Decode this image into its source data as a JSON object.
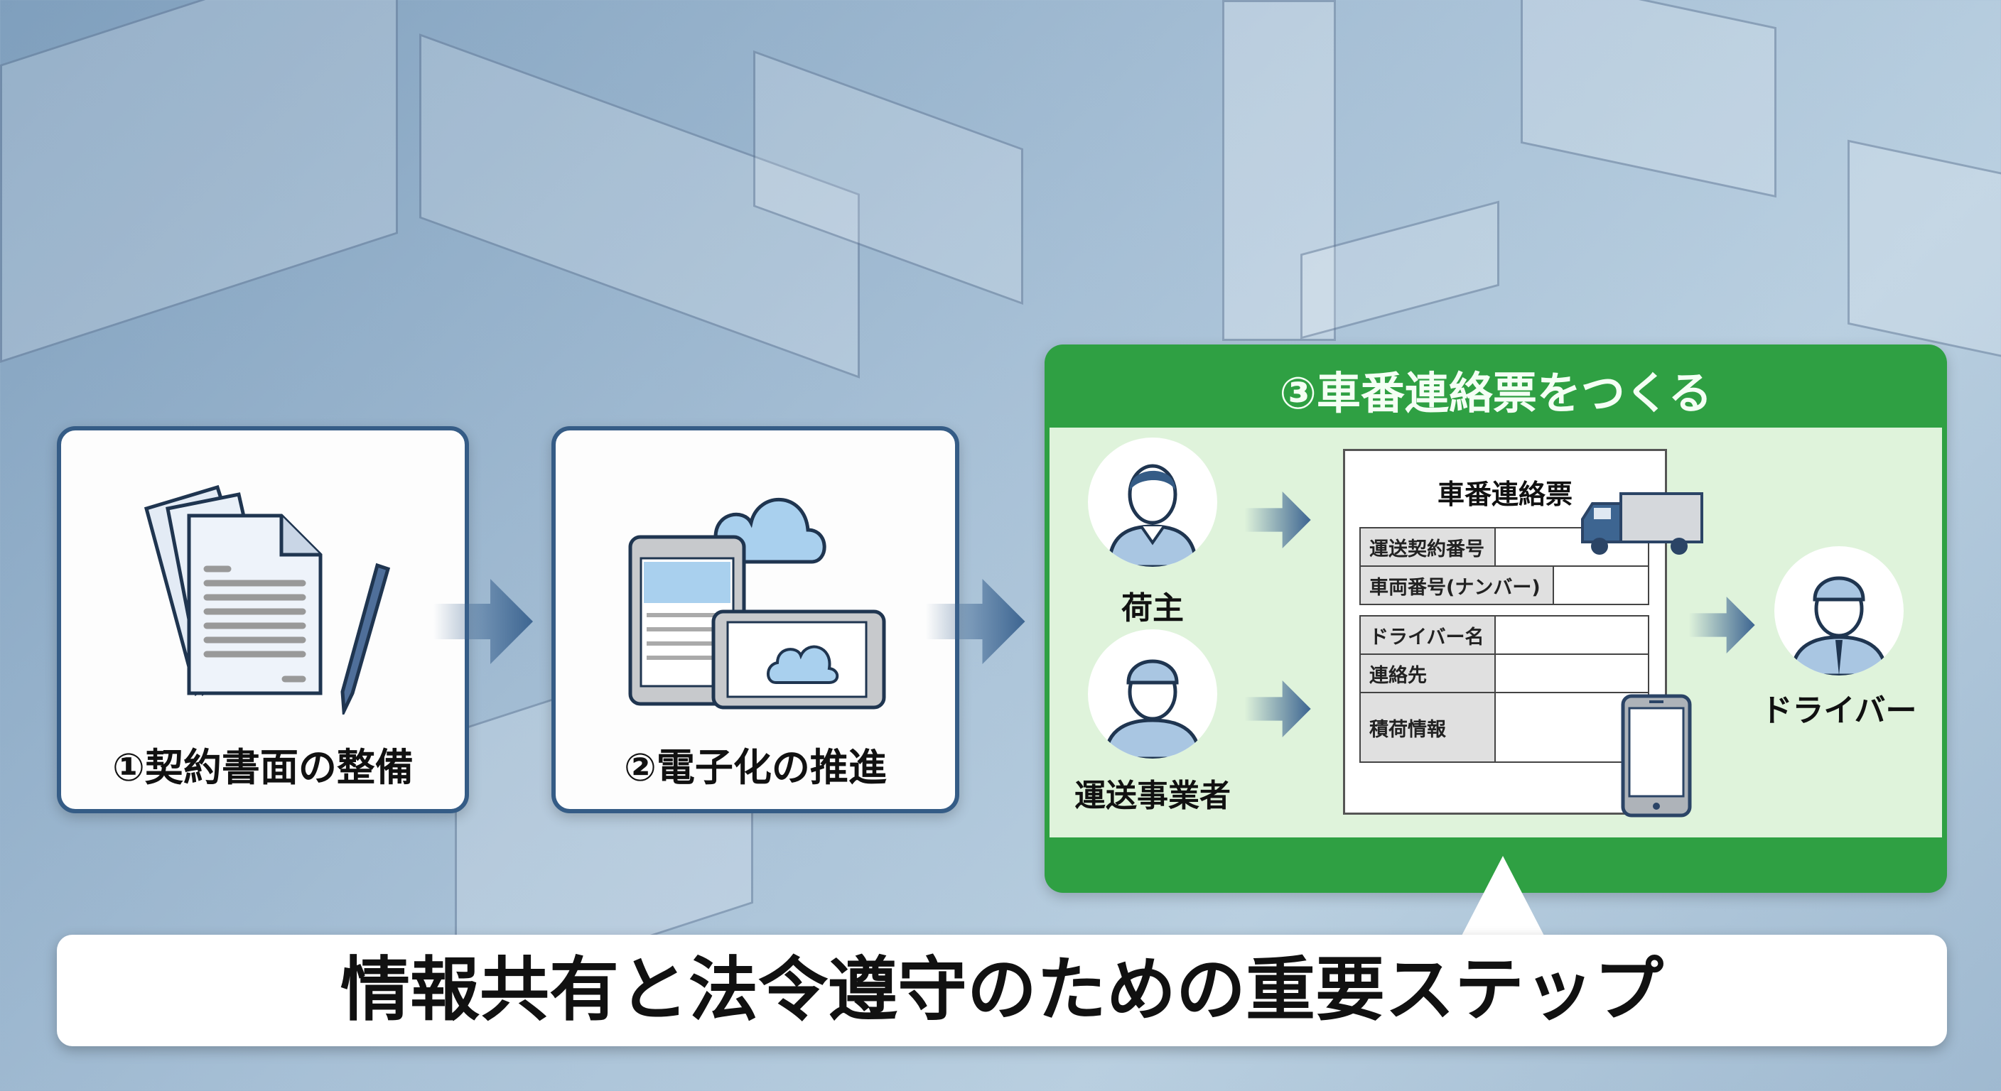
{
  "steps": [
    {
      "label": "①契約書面の整備",
      "icon": "documents-pen-icon"
    },
    {
      "label": "②電子化の推進",
      "icon": "tablets-cloud-icon"
    }
  ],
  "step3": {
    "title": "③車番連絡票をつくる",
    "parties": {
      "shipper": "荷主",
      "carrier": "運送事業者",
      "driver": "ドライバー"
    },
    "form": {
      "title": "車番連絡票",
      "fields": [
        "運送契約番号",
        "車両番号(ナンバー)",
        "ドライバー名",
        "連絡先",
        "積荷情報"
      ]
    }
  },
  "banner": "情報共有と法令遵守のための重要ステップ",
  "colors": {
    "green": "#2fa043",
    "light_green": "#dff3db",
    "navy": "#355c86",
    "arrow": "#3d6591"
  }
}
